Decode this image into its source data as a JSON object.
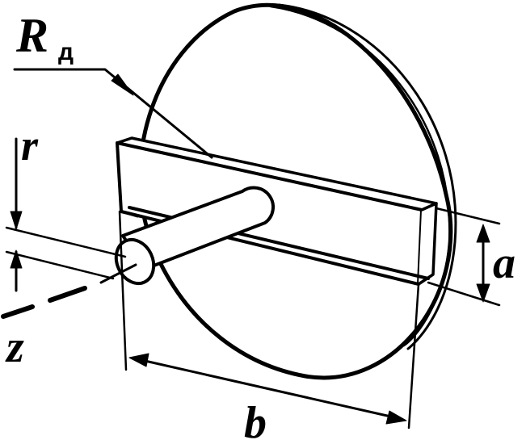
{
  "labels": {
    "R": "R",
    "R_sub": "д",
    "r": "r",
    "a": "a",
    "z": "z",
    "b": "b"
  },
  "colors": {
    "ink": "#000000",
    "paper": "#ffffff"
  }
}
